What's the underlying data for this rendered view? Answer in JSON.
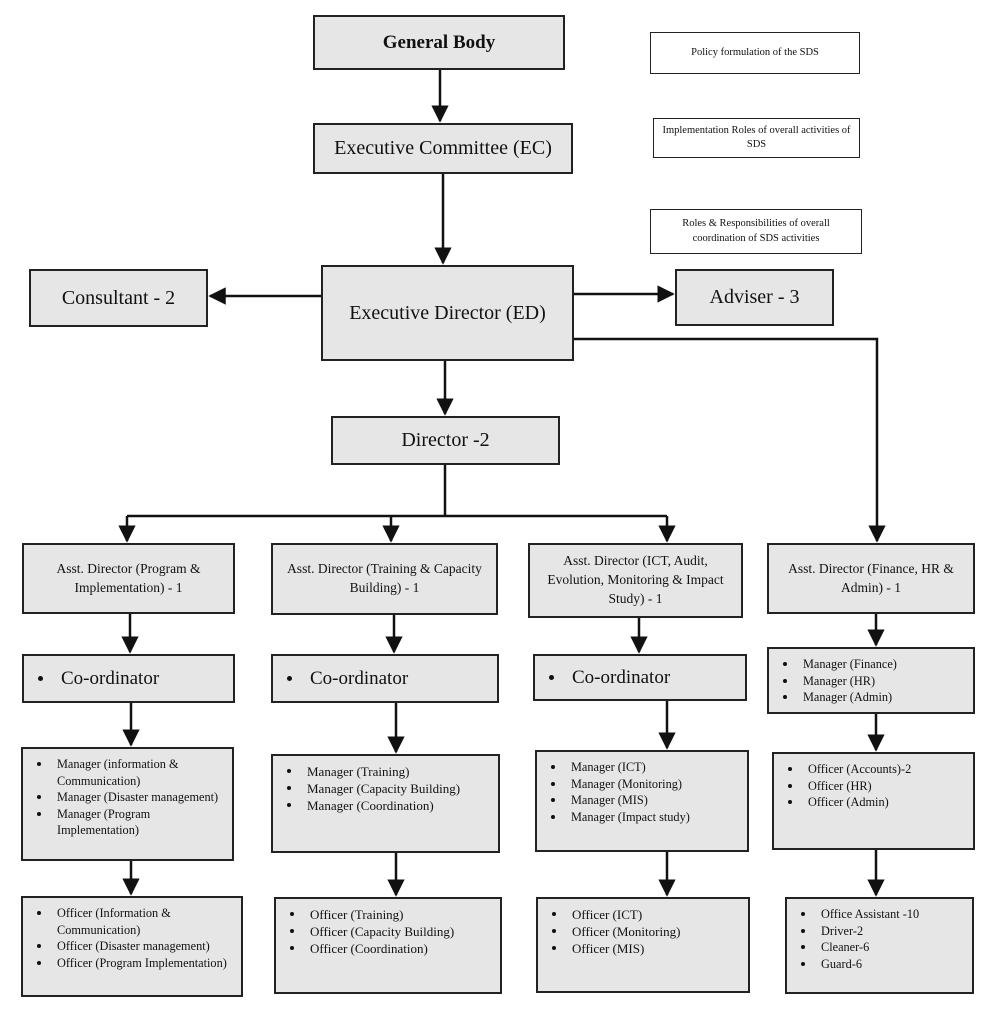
{
  "notes": {
    "policy": "Policy formulation of the SDS",
    "implementation": "Implementation Roles of overall activities of SDS",
    "roles": "Roles & Responsibilities of overall coordination of SDS activities"
  },
  "top": {
    "general_body": "General Body",
    "executive_committee": "Executive Committee (EC)",
    "executive_director": "Executive Director (ED)",
    "consultant": "Consultant - 2",
    "adviser": "Adviser - 3",
    "director": "Director -2"
  },
  "branches": [
    {
      "asst": "Asst. Director (Program & Implementation) - 1",
      "coord": "Co-ordinator",
      "managers": [
        "Manager (information & Communication)",
        "Manager (Disaster management)",
        "Manager (Program Implementation)"
      ],
      "officers": [
        "Officer (Information & Communication)",
        "Officer (Disaster management)",
        "Officer (Program Implementation)"
      ]
    },
    {
      "asst": "Asst. Director (Training & Capacity Building) - 1",
      "coord": "Co-ordinator",
      "managers": [
        "Manager (Training)",
        "Manager (Capacity Building)",
        "Manager (Coordination)"
      ],
      "officers": [
        "Officer (Training)",
        "Officer (Capacity Building)",
        "Officer (Coordination)"
      ]
    },
    {
      "asst": "Asst. Director (ICT, Audit, Evolution, Monitoring & Impact Study) - 1",
      "coord": "Co-ordinator",
      "managers": [
        "Manager (ICT)",
        "Manager (Monitoring)",
        "Manager (MIS)",
        "Manager (Impact study)"
      ],
      "officers": [
        "Officer (ICT)",
        "Officer (Monitoring)",
        "Officer (MIS)"
      ]
    },
    {
      "asst": "Asst. Director (Finance, HR & Admin) - 1",
      "managers": [
        "Manager (Finance)",
        "Manager (HR)",
        "Manager (Admin)"
      ],
      "officers": [
        "Officer (Accounts)-2",
        "Officer (HR)",
        "Officer (Admin)"
      ],
      "staff": [
        "Office Assistant -10",
        "Driver-2",
        "Cleaner-6",
        "Guard-6"
      ]
    }
  ]
}
